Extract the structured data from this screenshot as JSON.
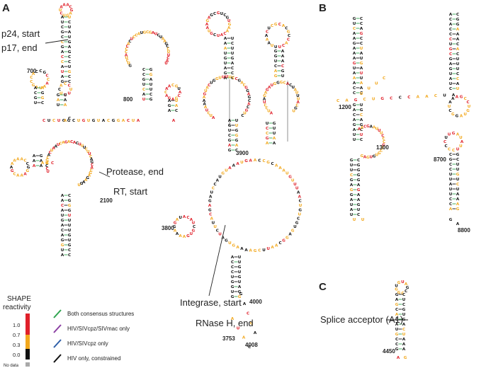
{
  "panels": {
    "a": "A",
    "b": "B",
    "c": "C"
  },
  "annotations": {
    "p24_start": "p24, start",
    "p17_end": "p17, end",
    "protease_end": "Protease, end",
    "rt_start": "RT, start",
    "integrase_start": "Integrase, start",
    "rnaseh_end": "RNase H, end",
    "splice_acceptor": "Splice acceptor (A1)"
  },
  "positions": {
    "p700": "700",
    "p800": "800",
    "p2100": "2100",
    "p3800": "3800",
    "p3900": "3900",
    "p4000": "4000",
    "p3753": "3753",
    "p4008": "4008",
    "p1200": "1200",
    "p1300": "1300",
    "p8700": "8700",
    "p8800": "8800",
    "p4450": "4450"
  },
  "legend": {
    "title_line1": "SHAPE",
    "title_line2": "reactivity",
    "scale": [
      {
        "label": "1.0",
        "color": "#e0202a"
      },
      {
        "label": "0.7",
        "color": "#f2a81d"
      },
      {
        "label": "0.3",
        "color": "#f2a81d"
      },
      {
        "label": "0.0",
        "color": "#111111"
      }
    ],
    "no_data_label": "No data",
    "no_data_color": "#a9a9a9",
    "structures": [
      {
        "label": "Both consensus structures",
        "color": "#2fa44f"
      },
      {
        "label": "HIV/SIVcpz/SIVmac only",
        "color": "#8b3fa3"
      },
      {
        "label": "HIV/SIVcpz only",
        "color": "#2f5fa8"
      },
      {
        "label": "HIV only, constrained",
        "color": "#111111"
      }
    ]
  },
  "colors": {
    "high": "#e0202a",
    "medium": "#f2a81d",
    "low": "#111111",
    "pair_both": "#2fa44f"
  }
}
